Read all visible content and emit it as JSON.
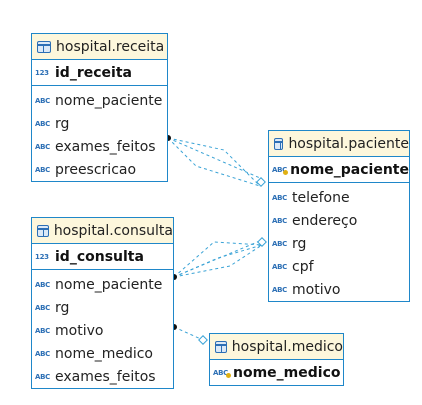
{
  "tables": [
    {
      "name": "hospital.receita",
      "pk": {
        "type": "123",
        "name": "id_receita"
      },
      "columns": [
        {
          "type": "ABC",
          "name": "nome_paciente"
        },
        {
          "type": "ABC",
          "name": "rg"
        },
        {
          "type": "ABC",
          "name": "exames_feitos"
        },
        {
          "type": "ABC",
          "name": "preescricao"
        }
      ]
    },
    {
      "name": "hospital.paciente",
      "pk": {
        "type": "ABC",
        "name": "nome_paciente"
      },
      "columns": [
        {
          "type": "ABC",
          "name": "telefone"
        },
        {
          "type": "ABC",
          "name": "endereço"
        },
        {
          "type": "ABC",
          "name": "rg"
        },
        {
          "type": "ABC",
          "name": "cpf"
        },
        {
          "type": "ABC",
          "name": "motivo"
        }
      ]
    },
    {
      "name": "hospital.consulta",
      "pk": {
        "type": "123",
        "name": "id_consulta"
      },
      "columns": [
        {
          "type": "ABC",
          "name": "nome_paciente"
        },
        {
          "type": "ABC",
          "name": "rg"
        },
        {
          "type": "ABC",
          "name": "motivo"
        },
        {
          "type": "ABC",
          "name": "nome_medico"
        },
        {
          "type": "ABC",
          "name": "exames_feitos"
        }
      ]
    },
    {
      "name": "hospital.medico",
      "pk": {
        "type": "ABC",
        "name": "nome_medico"
      },
      "columns": []
    }
  ],
  "colors": {
    "border": "#1f87c9",
    "header_bg": "#fdf7dc",
    "link": "#3aa3d6"
  },
  "icons": {
    "table": "table-icon",
    "pk_marker": "key-icon",
    "column_type": "type-icon"
  }
}
